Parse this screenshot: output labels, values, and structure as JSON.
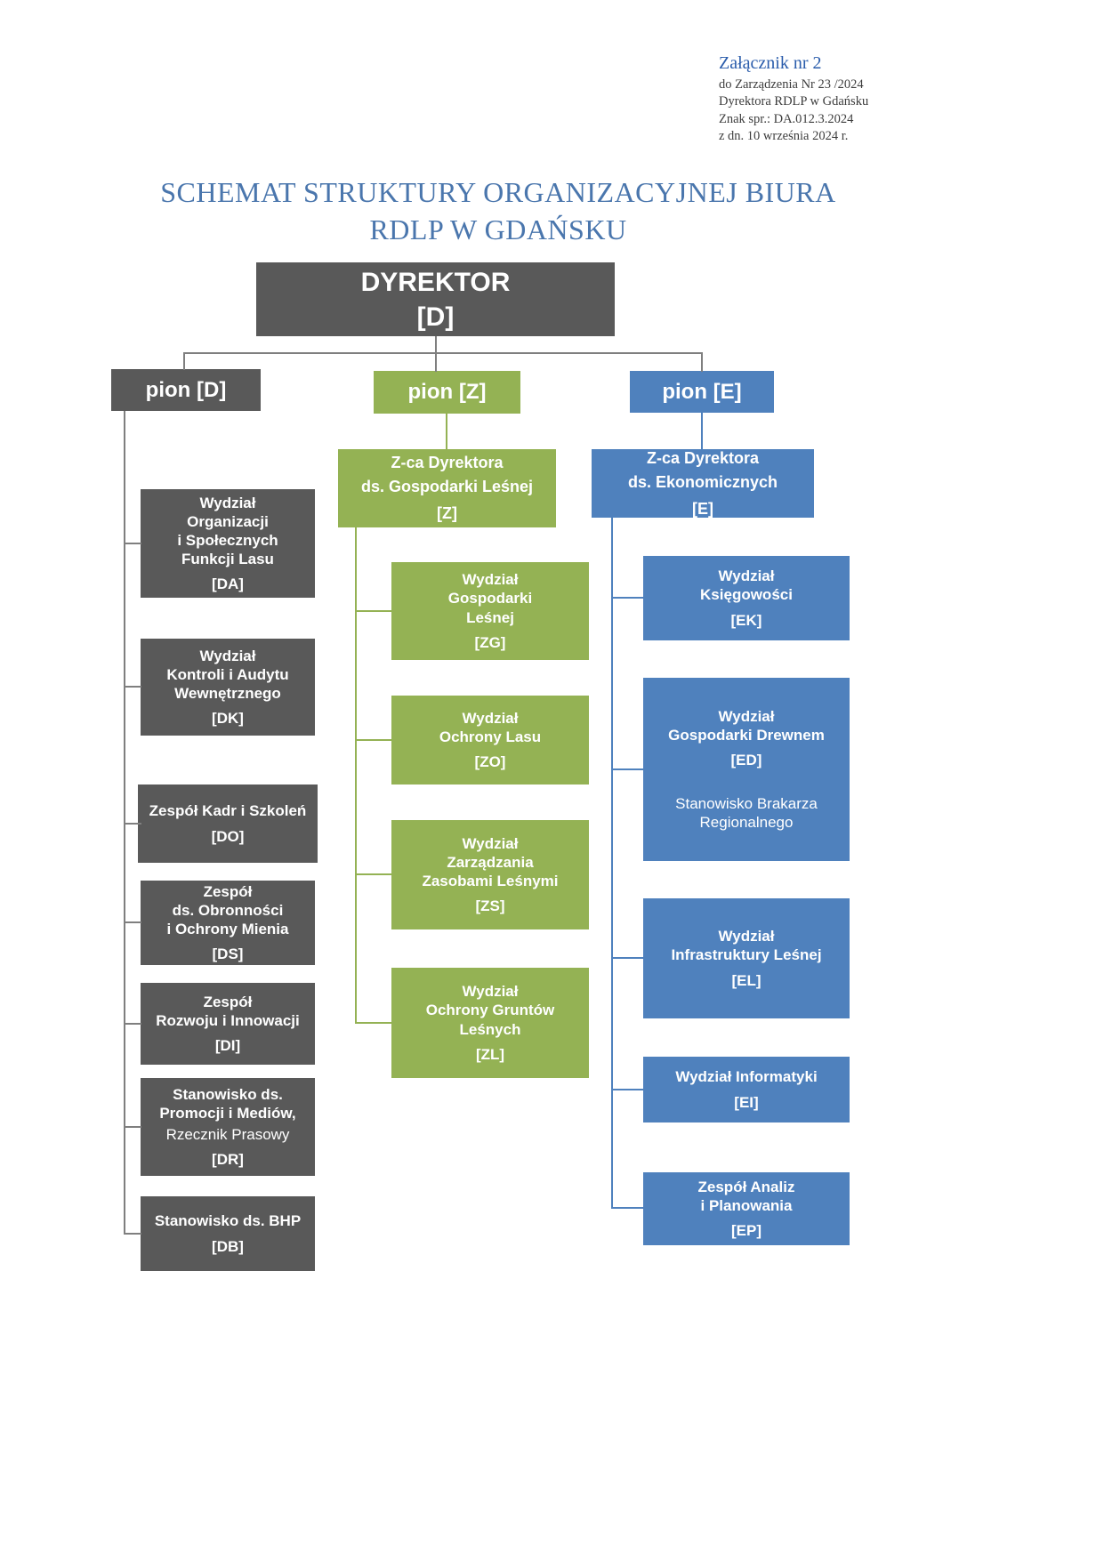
{
  "annotation": {
    "title": "Załącznik nr 2",
    "lines": [
      "do Zarządzenia Nr  23 /2024",
      "Dyrektora RDLP  w Gdańsku",
      "Znak spr.: DA.012.3.2024",
      "z dn. 10 września 2024 r."
    ]
  },
  "title": "SCHEMAT STRUKTURY ORGANIZACYJNEJ BIURA\nRDLP W GDAŃSKU",
  "director": {
    "name": "DYREKTOR",
    "code": "[D]"
  },
  "pions": {
    "d": "pion [D]",
    "z": "pion [Z]",
    "e": "pion [E]"
  },
  "deputies": {
    "z": {
      "name": "Z-ca Dyrektora\nds. Gospodarki Leśnej",
      "code": "[Z]"
    },
    "e": {
      "name": "Z-ca Dyrektora\nds. Ekonomicznych",
      "code": "[E]"
    }
  },
  "units": {
    "d": [
      {
        "name": "Wydział\nOrganizacji\ni Społecznych\nFunkcji Lasu",
        "code": "[DA]"
      },
      {
        "name": "Wydział\nKontroli i Audytu\nWewnętrznego",
        "code": "[DK]"
      },
      {
        "name": "Zespół Kadr i Szkoleń",
        "code": "[DO]"
      },
      {
        "name": "Zespół\nds. Obronności\ni Ochrony Mienia",
        "code": "[DS]"
      },
      {
        "name": "Zespół\nRozwoju i Innowacji",
        "code": "[DI]"
      },
      {
        "name": "Stanowisko ds.\nPromocji i Mediów,",
        "sub": "Rzecznik  Prasowy",
        "code": "[DR]"
      },
      {
        "name": "Stanowisko ds. BHP",
        "code": "[DB]"
      }
    ],
    "z": [
      {
        "name": "Wydział\nGospodarki\nLeśnej",
        "code": "[ZG]"
      },
      {
        "name": "Wydział\nOchrony Lasu",
        "code": "[ZO]"
      },
      {
        "name": "Wydział\nZarządzania\nZasobami Leśnymi",
        "code": "[ZS]"
      },
      {
        "name": "Wydział\nOchrony Gruntów\nLeśnych",
        "code": "[ZL]"
      }
    ],
    "e": [
      {
        "name": "Wydział\nKsięgowości",
        "code": "[EK]"
      },
      {
        "name": "Wydział\nGospodarki Drewnem",
        "code": "[ED]",
        "sub": "Stanowisko  Brakarza\nRegionalnego"
      },
      {
        "name": "Wydział\nInfrastruktury Leśnej",
        "code": "[EL]"
      },
      {
        "name": "Wydział Informatyki",
        "code": "[EI]"
      },
      {
        "name": "Zespół Analiz\ni Planowania",
        "code": "[EP]"
      }
    ]
  },
  "colors": {
    "gray": "#595959",
    "green": "#94b254",
    "blue": "#4f81bd",
    "title_blue": "#4a76ad",
    "annotation_blue": "#2a5cab"
  }
}
